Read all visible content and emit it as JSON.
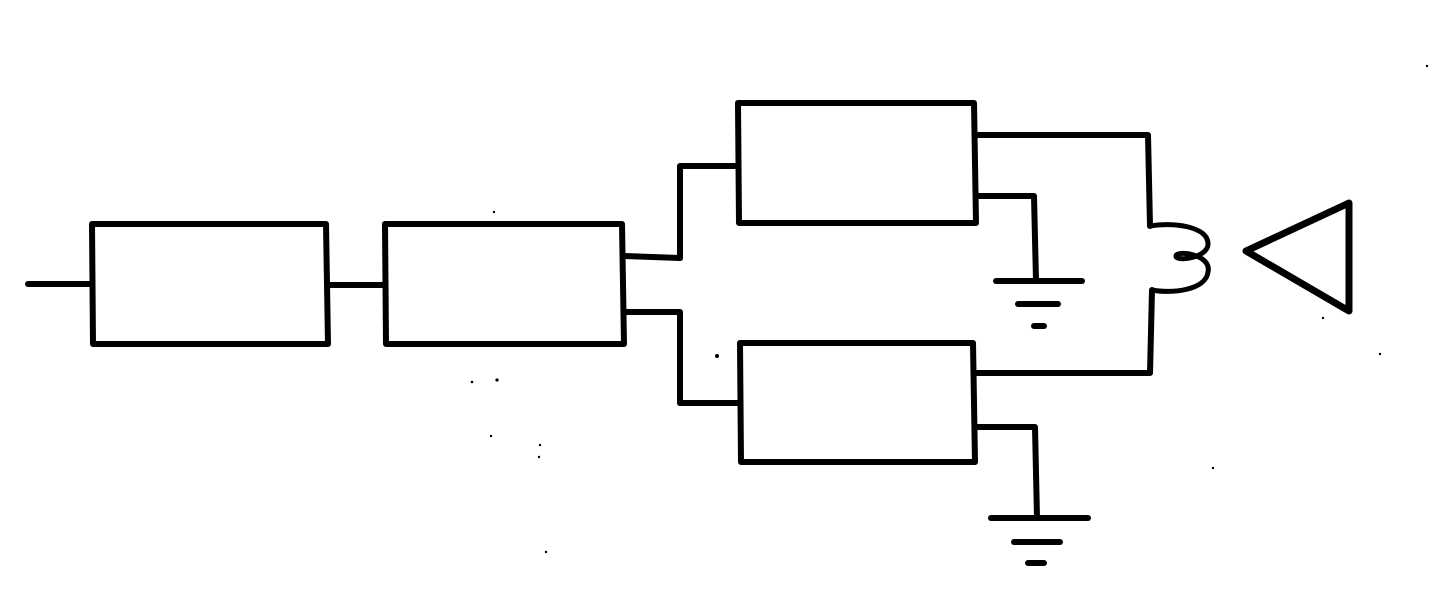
{
  "diagram": {
    "style": {
      "ink_color": "#000000",
      "background_color": "#ffffff"
    },
    "blocks": [
      {
        "id": "block-1"
      },
      {
        "id": "block-2"
      },
      {
        "id": "block-3-upper"
      },
      {
        "id": "block-4-lower"
      }
    ],
    "symbols": [
      {
        "id": "ground-upper",
        "kind": "ground-icon"
      },
      {
        "id": "ground-lower",
        "kind": "ground-icon"
      },
      {
        "id": "transformer-coil",
        "kind": "coil-icon"
      },
      {
        "id": "output-triangle",
        "kind": "triangle-icon"
      }
    ],
    "connections": [
      {
        "from": "input",
        "to": "block-1"
      },
      {
        "from": "block-1",
        "to": "block-2"
      },
      {
        "from": "block-2",
        "to": "block-3-upper"
      },
      {
        "from": "block-2",
        "to": "block-4-lower"
      },
      {
        "from": "block-3-upper",
        "to": "transformer-coil"
      },
      {
        "from": "block-4-lower",
        "to": "transformer-coil"
      },
      {
        "from": "block-3-upper",
        "to": "ground-upper"
      },
      {
        "from": "block-4-lower",
        "to": "ground-lower"
      }
    ]
  }
}
